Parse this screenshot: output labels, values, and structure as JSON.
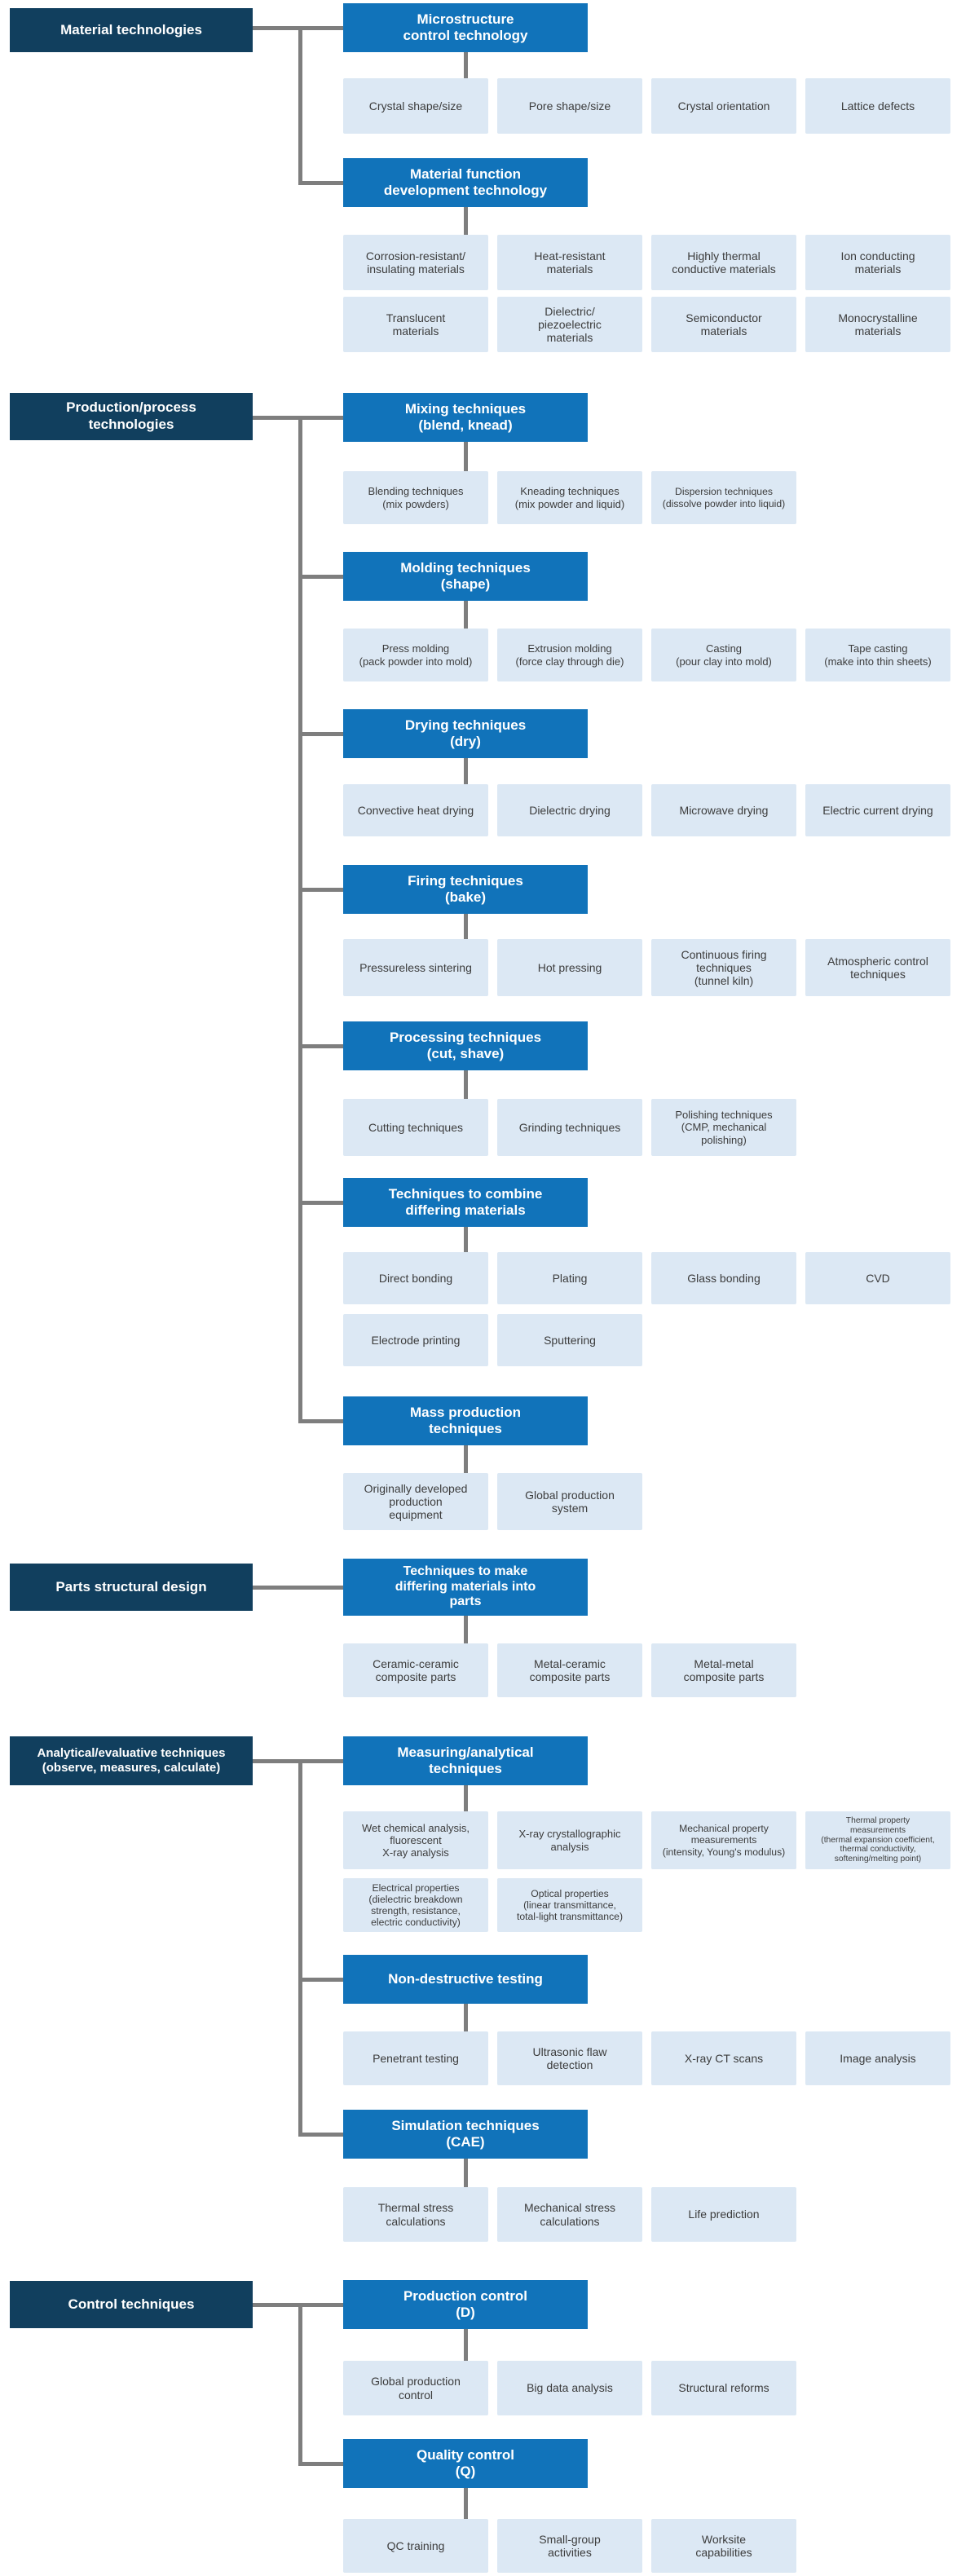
{
  "palette": {
    "category_bg": "#113f5e",
    "header_bg": "#1173ba",
    "item_bg": "#dce8f4",
    "item_text": "#3c3c3c",
    "connector": "#7e7e7e",
    "background": "#ffffff"
  },
  "sections": [
    {
      "category": "Material technologies",
      "groups": [
        {
          "header": "Microstructure\ncontrol technology",
          "rows": [
            [
              "Crystal shape/size",
              "Pore shape/size",
              "Crystal orientation",
              "Lattice defects"
            ]
          ]
        },
        {
          "header": "Material function\ndevelopment technology",
          "rows": [
            [
              "Corrosion-resistant/\ninsulating materials",
              "Heat-resistant\nmaterials",
              "Highly thermal\nconductive materials",
              "Ion conducting\nmaterials"
            ],
            [
              "Translucent\nmaterials",
              "Dielectric/\npiezoelectric\nmaterials",
              "Semiconductor\nmaterials",
              "Monocrystalline\nmaterials"
            ]
          ]
        }
      ]
    },
    {
      "category": "Production/process\ntechnologies",
      "groups": [
        {
          "header": "Mixing techniques\n(blend, knead)",
          "rows": [
            [
              "Blending techniques\n(mix powders)",
              "Kneading techniques\n(mix powder and liquid)",
              "Dispersion techniques\n(dissolve powder into liquid)"
            ]
          ]
        },
        {
          "header": "Molding techniques\n(shape)",
          "rows": [
            [
              "Press molding\n(pack powder into mold)",
              "Extrusion molding\n(force clay through die)",
              "Casting\n(pour clay into mold)",
              "Tape casting\n(make into thin sheets)"
            ]
          ]
        },
        {
          "header": "Drying techniques\n(dry)",
          "rows": [
            [
              "Convective heat drying",
              "Dielectric drying",
              "Microwave drying",
              "Electric current drying"
            ]
          ]
        },
        {
          "header": "Firing techniques\n(bake)",
          "rows": [
            [
              "Pressureless sintering",
              "Hot pressing",
              "Continuous firing\ntechniques\n(tunnel kiln)",
              "Atmospheric control\ntechniques"
            ]
          ]
        },
        {
          "header": "Processing techniques\n(cut, shave)",
          "rows": [
            [
              "Cutting techniques",
              "Grinding techniques",
              "Polishing techniques\n(CMP, mechanical\npolishing)"
            ]
          ]
        },
        {
          "header": "Techniques to combine\ndiffering materials",
          "rows": [
            [
              "Direct bonding",
              "Plating",
              "Glass bonding",
              "CVD"
            ],
            [
              "Electrode printing",
              "Sputtering"
            ]
          ]
        },
        {
          "header": "Mass production\ntechniques",
          "rows": [
            [
              "Originally developed\nproduction\nequipment",
              "Global production\nsystem"
            ]
          ]
        }
      ]
    },
    {
      "category": "Parts structural design",
      "groups": [
        {
          "header": "Techniques to make\ndiffering materials into\nparts",
          "rows": [
            [
              "Ceramic-ceramic\ncomposite parts",
              "Metal-ceramic\ncomposite parts",
              "Metal-metal\ncomposite parts"
            ]
          ]
        }
      ]
    },
    {
      "category": "Analytical/evaluative techniques\n(observe, measures, calculate)",
      "groups": [
        {
          "header": "Measuring/analytical\ntechniques",
          "rows": [
            [
              "Wet chemical analysis,\nfluorescent\nX-ray analysis",
              "X-ray crystallographic\nanalysis",
              "Mechanical property\nmeasurements\n(intensity, Young's modulus)",
              "Thermal property\nmeasurements\n(thermal expansion coefficient,\nthermal conductivity,\nsoftening/melting point)"
            ],
            [
              "Electrical properties\n(dielectric breakdown\nstrength, resistance,\nelectric conductivity)",
              "Optical properties\n(linear transmittance,\ntotal-light transmittance)"
            ]
          ]
        },
        {
          "header": "Non-destructive testing",
          "rows": [
            [
              "Penetrant testing",
              "Ultrasonic flaw\ndetection",
              "X-ray CT scans",
              "Image analysis"
            ]
          ]
        },
        {
          "header": "Simulation techniques\n(CAE)",
          "rows": [
            [
              "Thermal stress\ncalculations",
              "Mechanical stress\ncalculations",
              "Life prediction"
            ]
          ]
        }
      ]
    },
    {
      "category": "Control techniques",
      "groups": [
        {
          "header": "Production control\n(D)",
          "rows": [
            [
              "Global production\ncontrol",
              "Big data analysis",
              "Structural reforms"
            ]
          ]
        },
        {
          "header": "Quality control\n(Q)",
          "rows": [
            [
              "QC training",
              "Small-group\nactivities",
              "Worksite\ncapabilities"
            ]
          ]
        }
      ]
    }
  ]
}
